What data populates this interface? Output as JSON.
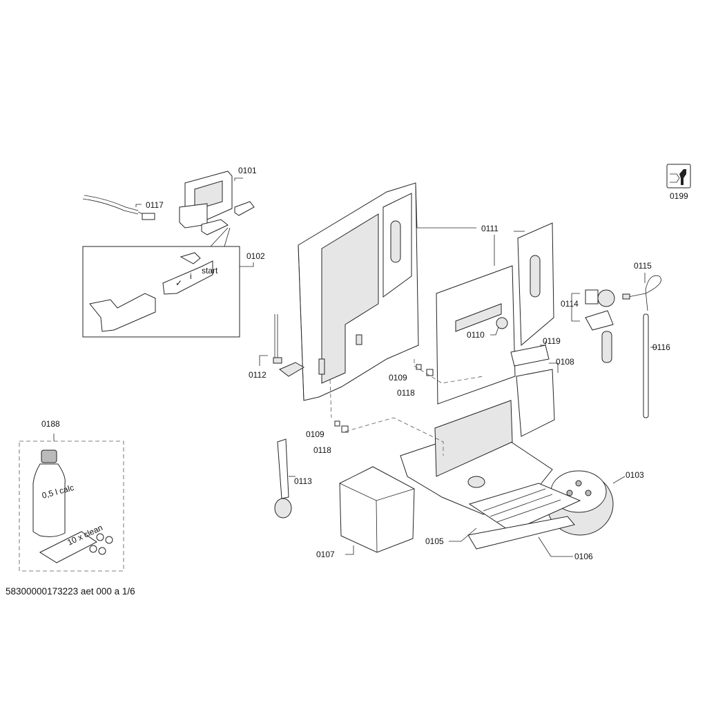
{
  "diagram": {
    "footer": "58300000173223 aet 000 a 1/6",
    "parts": {
      "p0101": "0101",
      "p0102": "0102",
      "p0103": "0103",
      "p0105": "0105",
      "p0106": "0106",
      "p0107": "0107",
      "p0108": "0108",
      "p0109a": "0109",
      "p0109b": "0109",
      "p0110": "0110",
      "p0111": "0111",
      "p0112": "0112",
      "p0113": "0113",
      "p0114": "0114",
      "p0115": "0115",
      "p0116": "0116",
      "p0117": "0117",
      "p0118a": "0118",
      "p0118b": "0118",
      "p0119": "0119",
      "p0188": "0188",
      "p0199": "0199"
    },
    "printed_on_parts": {
      "bottle_label": "0,5 l calc",
      "tablet_label": "10 x clean",
      "button_start": "start",
      "button_info": "i"
    }
  }
}
